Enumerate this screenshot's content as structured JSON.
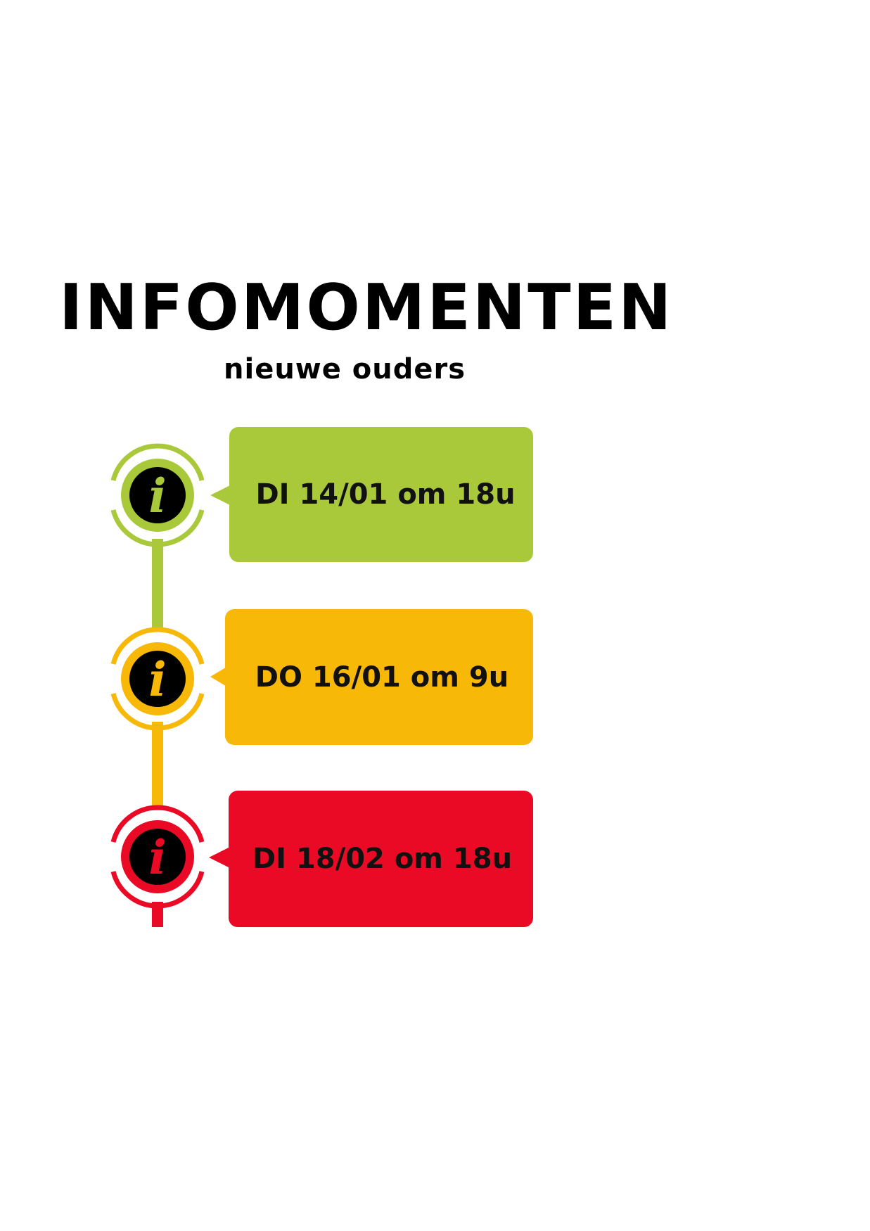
{
  "title": "INFOMOMENTEN",
  "subtitle": "nieuwe ouders",
  "events": [
    {
      "label": "DI 14/01 om 18u",
      "color": "#a9c83a",
      "icon": "info-icon"
    },
    {
      "label": "DO 16/01 om 9u",
      "color": "#f8b808",
      "icon": "info-icon"
    },
    {
      "label": "DI 18/02 om 18u",
      "color": "#ea0a26",
      "icon": "info-icon"
    }
  ]
}
